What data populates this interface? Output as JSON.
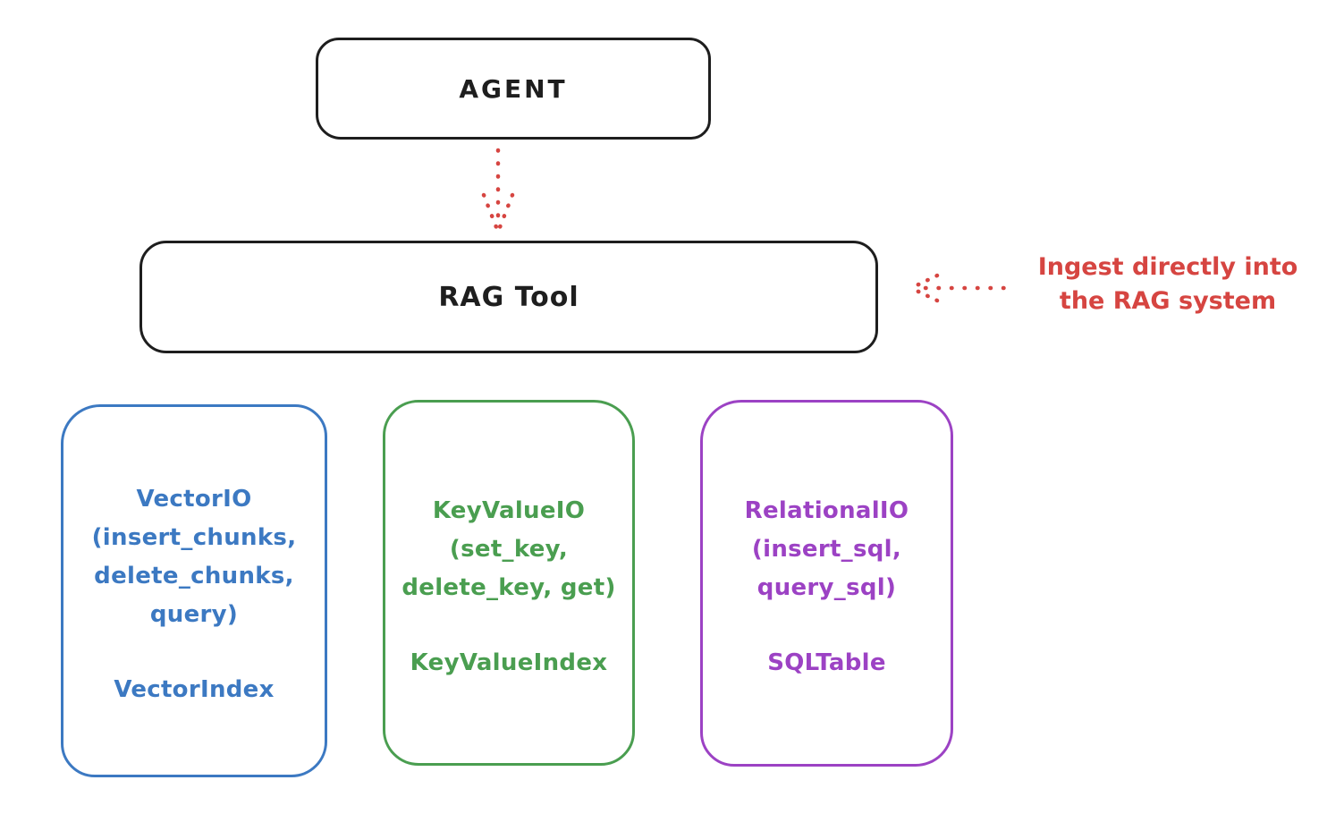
{
  "colors": {
    "stroke_black": "#1e1e1e",
    "red": "#d64541",
    "blue": "#3c79c2",
    "green": "#4a9e50",
    "purple": "#9c42c4",
    "background": "#ffffff"
  },
  "agent_box": {
    "label": "AGENT"
  },
  "rag_tool_box": {
    "label": "RAG Tool"
  },
  "ingest_annotation": {
    "line1": "Ingest directly into",
    "line2": "the RAG system"
  },
  "storage_boxes": [
    {
      "name": "vector-io",
      "color": "#3c79c2",
      "lines": [
        "VectorIO",
        "(insert_chunks,",
        "delete_chunks,",
        "query)"
      ],
      "index_label": "VectorIndex"
    },
    {
      "name": "key-value-io",
      "color": "#4a9e50",
      "lines": [
        "KeyValueIO",
        "(set_key,",
        "delete_key, get)"
      ],
      "index_label": "KeyValueIndex"
    },
    {
      "name": "relational-io",
      "color": "#9c42c4",
      "lines": [
        "RelationalIO",
        "(insert_sql,",
        "query_sql)"
      ],
      "index_label": "SQLTable"
    }
  ]
}
